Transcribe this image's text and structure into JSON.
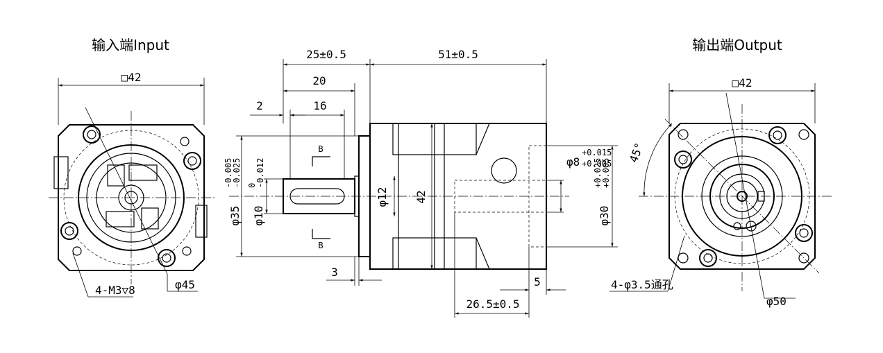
{
  "input_view": {
    "title": "输入端Input",
    "width": "□42",
    "tapped_holes": "4-M3▽8",
    "pilot_dia": "φ45"
  },
  "output_view": {
    "title": "输出端Output",
    "width": "□42",
    "angle": "45°",
    "through_holes": "4-φ3.5通孔",
    "pcd": "φ50"
  },
  "side_view": {
    "len_input": "25±0.5",
    "len_body": "51±0.5",
    "dim_20": "20",
    "dim_16": "16",
    "dim_2": "2",
    "dim_3": "3",
    "dim_5": "5",
    "dim_26": "26.5±0.5",
    "section_mark": "B",
    "d35_base": "φ35",
    "d35_tol_upper": "-0.005",
    "d35_tol_lower": "-0.025",
    "d10_base": "φ10",
    "d10_tol_upper": "0",
    "d10_tol_lower": "-0.012",
    "d12": "φ12",
    "h42": "42",
    "d8_base": "φ8",
    "d8_tol_upper": "+0.015",
    "d8_tol_lower": "+0.005",
    "d30_base": "φ30",
    "d30_tol_upper": "+0.025",
    "d30_tol_lower": "+0.005"
  }
}
